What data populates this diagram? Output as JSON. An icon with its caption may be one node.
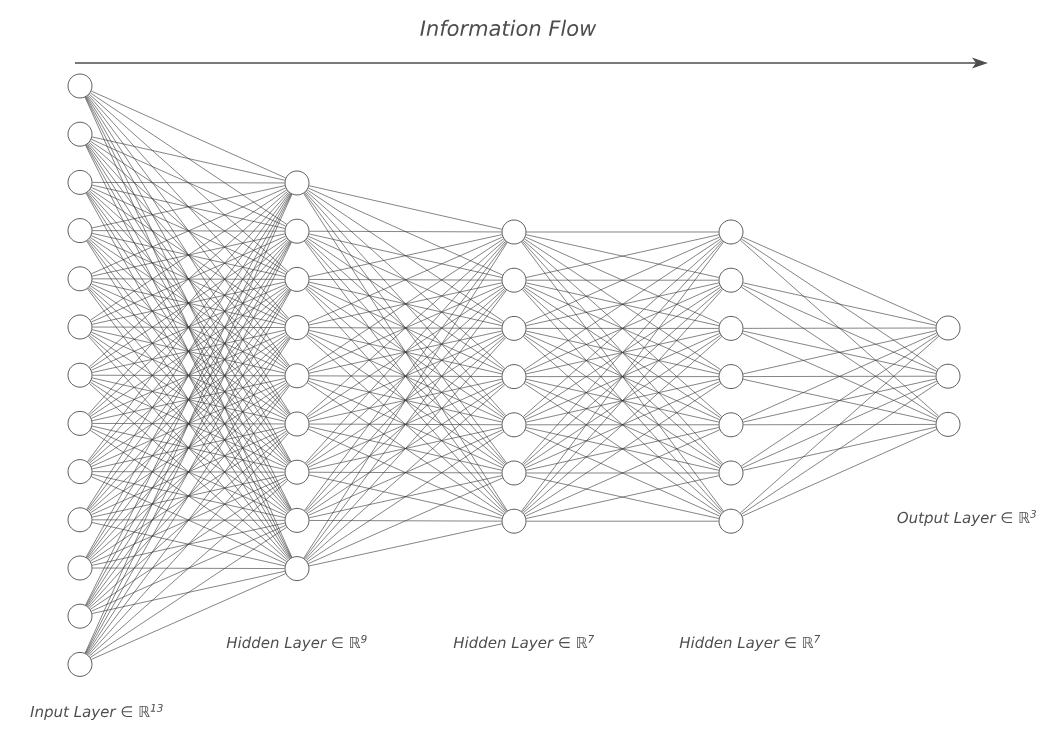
{
  "diagram": {
    "nodes": [
      {
        "text": [],
        "shape": "circle"
      },
      {
        "text": [],
        "shape": "circle"
      },
      {
        "text": [],
        "shape": "circle"
      },
      {
        "text": [],
        "shape": "circle"
      },
      {
        "text": [],
        "shape": "circle"
      },
      {
        "text": [],
        "shape": "circle"
      },
      {
        "text": [],
        "shape": "circle"
      },
      {
        "text": [],
        "shape": "circle"
      },
      {
        "text": [],
        "shape": "circle"
      },
      {
        "text": [],
        "shape": "circle"
      },
      {
        "text": [],
        "shape": "circle"
      },
      {
        "text": [],
        "shape": "circle"
      },
      {
        "text": [],
        "shape": "circle"
      },
      {
        "text": [],
        "shape": "circle"
      },
      {
        "text": [],
        "shape": "circle"
      },
      {
        "text": [],
        "shape": "circle"
      },
      {
        "text": [],
        "shape": "circle"
      },
      {
        "text": [],
        "shape": "circle"
      },
      {
        "text": [],
        "shape": "circle"
      },
      {
        "text": [],
        "shape": "circle"
      },
      {
        "text": [],
        "shape": "circle"
      },
      {
        "text": [],
        "shape": "circle"
      },
      {
        "text": [],
        "shape": "circle"
      },
      {
        "text": [],
        "shape": "circle"
      },
      {
        "text": [],
        "shape": "circle"
      },
      {
        "text": [],
        "shape": "circle"
      },
      {
        "text": [],
        "shape": "circle"
      },
      {
        "text": [],
        "shape": "circle"
      },
      {
        "text": [],
        "shape": "circle"
      },
      {
        "text": [],
        "shape": "circle"
      },
      {
        "text": [],
        "shape": "circle"
      },
      {
        "text": [],
        "shape": "circle"
      },
      {
        "text": [],
        "shape": "circle"
      },
      {
        "text": [],
        "shape": "circle"
      },
      {
        "text": [],
        "shape": "circle"
      },
      {
        "text": [],
        "shape": "circle"
      },
      {
        "text": [],
        "shape": "circle"
      },
      {
        "text": [],
        "shape": "circle"
      },
      {
        "text": [],
        "shape": "circle"
      }
    ],
    "edges": [
      {
        "from": 0,
        "to": 13,
        "arrow": "none"
      },
      {
        "from": 0,
        "to": 14,
        "arrow": "none"
      },
      {
        "from": 0,
        "to": 15,
        "arrow": "none"
      },
      {
        "from": 0,
        "to": 16,
        "arrow": "none"
      },
      {
        "from": 0,
        "to": 17,
        "arrow": "none"
      },
      {
        "from": 0,
        "to": 18,
        "arrow": "none"
      },
      {
        "from": 0,
        "to": 19,
        "arrow": "none"
      },
      {
        "from": 0,
        "to": 20,
        "arrow": "none"
      },
      {
        "from": 0,
        "to": 21,
        "arrow": "none"
      },
      {
        "from": 1,
        "to": 13,
        "arrow": "none"
      },
      {
        "from": 1,
        "to": 14,
        "arrow": "none"
      },
      {
        "from": 1,
        "to": 15,
        "arrow": "none"
      },
      {
        "from": 1,
        "to": 16,
        "arrow": "none"
      },
      {
        "from": 1,
        "to": 17,
        "arrow": "none"
      },
      {
        "from": 1,
        "to": 18,
        "arrow": "none"
      },
      {
        "from": 1,
        "to": 19,
        "arrow": "none"
      },
      {
        "from": 1,
        "to": 20,
        "arrow": "none"
      },
      {
        "from": 1,
        "to": 21,
        "arrow": "none"
      },
      {
        "from": 2,
        "to": 13,
        "arrow": "none"
      },
      {
        "from": 2,
        "to": 14,
        "arrow": "none"
      },
      {
        "from": 2,
        "to": 15,
        "arrow": "none"
      },
      {
        "from": 2,
        "to": 16,
        "arrow": "none"
      },
      {
        "from": 2,
        "to": 17,
        "arrow": "none"
      },
      {
        "from": 2,
        "to": 18,
        "arrow": "none"
      },
      {
        "from": 2,
        "to": 19,
        "arrow": "none"
      },
      {
        "from": 2,
        "to": 20,
        "arrow": "none"
      },
      {
        "from": 2,
        "to": 21,
        "arrow": "none"
      },
      {
        "from": 3,
        "to": 13,
        "arrow": "none"
      },
      {
        "from": 3,
        "to": 14,
        "arrow": "none"
      },
      {
        "from": 3,
        "to": 15,
        "arrow": "none"
      },
      {
        "from": 3,
        "to": 16,
        "arrow": "none"
      },
      {
        "from": 3,
        "to": 17,
        "arrow": "none"
      },
      {
        "from": 3,
        "to": 18,
        "arrow": "none"
      },
      {
        "from": 3,
        "to": 19,
        "arrow": "none"
      },
      {
        "from": 3,
        "to": 20,
        "arrow": "none"
      },
      {
        "from": 3,
        "to": 21,
        "arrow": "none"
      },
      {
        "from": 4,
        "to": 13,
        "arrow": "none"
      },
      {
        "from": 4,
        "to": 14,
        "arrow": "none"
      },
      {
        "from": 4,
        "to": 15,
        "arrow": "none"
      },
      {
        "from": 4,
        "to": 16,
        "arrow": "none"
      },
      {
        "from": 4,
        "to": 17,
        "arrow": "none"
      },
      {
        "from": 4,
        "to": 18,
        "arrow": "none"
      },
      {
        "from": 4,
        "to": 19,
        "arrow": "none"
      },
      {
        "from": 4,
        "to": 20,
        "arrow": "none"
      },
      {
        "from": 4,
        "to": 21,
        "arrow": "none"
      },
      {
        "from": 5,
        "to": 13,
        "arrow": "none"
      },
      {
        "from": 5,
        "to": 14,
        "arrow": "none"
      },
      {
        "from": 5,
        "to": 15,
        "arrow": "none"
      },
      {
        "from": 5,
        "to": 16,
        "arrow": "none"
      },
      {
        "from": 5,
        "to": 17,
        "arrow": "none"
      },
      {
        "from": 5,
        "to": 18,
        "arrow": "none"
      },
      {
        "from": 5,
        "to": 19,
        "arrow": "none"
      },
      {
        "from": 5,
        "to": 20,
        "arrow": "none"
      },
      {
        "from": 5,
        "to": 21,
        "arrow": "none"
      },
      {
        "from": 6,
        "to": 13,
        "arrow": "none"
      },
      {
        "from": 6,
        "to": 14,
        "arrow": "none"
      },
      {
        "from": 6,
        "to": 15,
        "arrow": "none"
      },
      {
        "from": 6,
        "to": 16,
        "arrow": "none"
      },
      {
        "from": 6,
        "to": 17,
        "arrow": "none"
      },
      {
        "from": 6,
        "to": 18,
        "arrow": "none"
      },
      {
        "from": 6,
        "to": 19,
        "arrow": "none"
      },
      {
        "from": 6,
        "to": 20,
        "arrow": "none"
      },
      {
        "from": 6,
        "to": 21,
        "arrow": "none"
      },
      {
        "from": 7,
        "to": 13,
        "arrow": "none"
      },
      {
        "from": 7,
        "to": 14,
        "arrow": "none"
      },
      {
        "from": 7,
        "to": 15,
        "arrow": "none"
      },
      {
        "from": 7,
        "to": 16,
        "arrow": "none"
      },
      {
        "from": 7,
        "to": 17,
        "arrow": "none"
      },
      {
        "from": 7,
        "to": 18,
        "arrow": "none"
      },
      {
        "from": 7,
        "to": 19,
        "arrow": "none"
      },
      {
        "from": 7,
        "to": 20,
        "arrow": "none"
      },
      {
        "from": 7,
        "to": 21,
        "arrow": "none"
      },
      {
        "from": 8,
        "to": 13,
        "arrow": "none"
      },
      {
        "from": 8,
        "to": 14,
        "arrow": "none"
      },
      {
        "from": 8,
        "to": 15,
        "arrow": "none"
      },
      {
        "from": 8,
        "to": 16,
        "arrow": "none"
      },
      {
        "from": 8,
        "to": 17,
        "arrow": "none"
      },
      {
        "from": 8,
        "to": 18,
        "arrow": "none"
      },
      {
        "from": 8,
        "to": 19,
        "arrow": "none"
      },
      {
        "from": 8,
        "to": 20,
        "arrow": "none"
      },
      {
        "from": 8,
        "to": 21,
        "arrow": "none"
      },
      {
        "from": 9,
        "to": 13,
        "arrow": "none"
      },
      {
        "from": 9,
        "to": 14,
        "arrow": "none"
      },
      {
        "from": 9,
        "to": 15,
        "arrow": "none"
      },
      {
        "from": 9,
        "to": 16,
        "arrow": "none"
      },
      {
        "from": 9,
        "to": 17,
        "arrow": "none"
      },
      {
        "from": 9,
        "to": 18,
        "arrow": "none"
      },
      {
        "from": 9,
        "to": 19,
        "arrow": "none"
      },
      {
        "from": 9,
        "to": 20,
        "arrow": "none"
      },
      {
        "from": 9,
        "to": 21,
        "arrow": "none"
      },
      {
        "from": 10,
        "to": 13,
        "arrow": "none"
      },
      {
        "from": 10,
        "to": 14,
        "arrow": "none"
      },
      {
        "from": 10,
        "to": 15,
        "arrow": "none"
      },
      {
        "from": 10,
        "to": 16,
        "arrow": "none"
      },
      {
        "from": 10,
        "to": 17,
        "arrow": "none"
      },
      {
        "from": 10,
        "to": 18,
        "arrow": "none"
      },
      {
        "from": 10,
        "to": 19,
        "arrow": "none"
      },
      {
        "from": 10,
        "to": 20,
        "arrow": "none"
      },
      {
        "from": 10,
        "to": 21,
        "arrow": "none"
      },
      {
        "from": 11,
        "to": 13,
        "arrow": "none"
      },
      {
        "from": 11,
        "to": 14,
        "arrow": "none"
      },
      {
        "from": 11,
        "to": 15,
        "arrow": "none"
      },
      {
        "from": 11,
        "to": 16,
        "arrow": "none"
      },
      {
        "from": 11,
        "to": 17,
        "arrow": "none"
      },
      {
        "from": 11,
        "to": 18,
        "arrow": "none"
      },
      {
        "from": 11,
        "to": 19,
        "arrow": "none"
      },
      {
        "from": 11,
        "to": 20,
        "arrow": "none"
      },
      {
        "from": 11,
        "to": 21,
        "arrow": "none"
      },
      {
        "from": 12,
        "to": 13,
        "arrow": "none"
      },
      {
        "from": 12,
        "to": 14,
        "arrow": "none"
      },
      {
        "from": 12,
        "to": 15,
        "arrow": "none"
      },
      {
        "from": 12,
        "to": 16,
        "arrow": "none"
      },
      {
        "from": 12,
        "to": 17,
        "arrow": "none"
      },
      {
        "from": 12,
        "to": 18,
        "arrow": "none"
      },
      {
        "from": 12,
        "to": 19,
        "arrow": "none"
      },
      {
        "from": 12,
        "to": 20,
        "arrow": "none"
      },
      {
        "from": 12,
        "to": 21,
        "arrow": "none"
      },
      {
        "from": 13,
        "to": 22,
        "arrow": "none"
      },
      {
        "from": 13,
        "to": 23,
        "arrow": "none"
      },
      {
        "from": 13,
        "to": 24,
        "arrow": "none"
      },
      {
        "from": 13,
        "to": 25,
        "arrow": "none"
      },
      {
        "from": 13,
        "to": 26,
        "arrow": "none"
      },
      {
        "from": 13,
        "to": 27,
        "arrow": "none"
      },
      {
        "from": 13,
        "to": 28,
        "arrow": "none"
      },
      {
        "from": 14,
        "to": 22,
        "arrow": "none"
      },
      {
        "from": 14,
        "to": 23,
        "arrow": "none"
      },
      {
        "from": 14,
        "to": 24,
        "arrow": "none"
      },
      {
        "from": 14,
        "to": 25,
        "arrow": "none"
      },
      {
        "from": 14,
        "to": 26,
        "arrow": "none"
      },
      {
        "from": 14,
        "to": 27,
        "arrow": "none"
      },
      {
        "from": 14,
        "to": 28,
        "arrow": "none"
      },
      {
        "from": 15,
        "to": 22,
        "arrow": "none"
      },
      {
        "from": 15,
        "to": 23,
        "arrow": "none"
      },
      {
        "from": 15,
        "to": 24,
        "arrow": "none"
      },
      {
        "from": 15,
        "to": 25,
        "arrow": "none"
      },
      {
        "from": 15,
        "to": 26,
        "arrow": "none"
      },
      {
        "from": 15,
        "to": 27,
        "arrow": "none"
      },
      {
        "from": 15,
        "to": 28,
        "arrow": "none"
      },
      {
        "from": 16,
        "to": 22,
        "arrow": "none"
      },
      {
        "from": 16,
        "to": 23,
        "arrow": "none"
      },
      {
        "from": 16,
        "to": 24,
        "arrow": "none"
      },
      {
        "from": 16,
        "to": 25,
        "arrow": "none"
      },
      {
        "from": 16,
        "to": 26,
        "arrow": "none"
      },
      {
        "from": 16,
        "to": 27,
        "arrow": "none"
      },
      {
        "from": 16,
        "to": 28,
        "arrow": "none"
      },
      {
        "from": 17,
        "to": 22,
        "arrow": "none"
      },
      {
        "from": 17,
        "to": 23,
        "arrow": "none"
      },
      {
        "from": 17,
        "to": 24,
        "arrow": "none"
      },
      {
        "from": 17,
        "to": 25,
        "arrow": "none"
      },
      {
        "from": 17,
        "to": 26,
        "arrow": "none"
      },
      {
        "from": 17,
        "to": 27,
        "arrow": "none"
      },
      {
        "from": 17,
        "to": 28,
        "arrow": "none"
      },
      {
        "from": 18,
        "to": 22,
        "arrow": "none"
      },
      {
        "from": 18,
        "to": 23,
        "arrow": "none"
      },
      {
        "from": 18,
        "to": 24,
        "arrow": "none"
      },
      {
        "from": 18,
        "to": 25,
        "arrow": "none"
      },
      {
        "from": 18,
        "to": 26,
        "arrow": "none"
      },
      {
        "from": 18,
        "to": 27,
        "arrow": "none"
      },
      {
        "from": 18,
        "to": 28,
        "arrow": "none"
      },
      {
        "from": 19,
        "to": 22,
        "arrow": "none"
      },
      {
        "from": 19,
        "to": 23,
        "arrow": "none"
      },
      {
        "from": 19,
        "to": 24,
        "arrow": "none"
      },
      {
        "from": 19,
        "to": 25,
        "arrow": "none"
      },
      {
        "from": 19,
        "to": 26,
        "arrow": "none"
      },
      {
        "from": 19,
        "to": 27,
        "arrow": "none"
      },
      {
        "from": 19,
        "to": 28,
        "arrow": "none"
      },
      {
        "from": 20,
        "to": 22,
        "arrow": "none"
      },
      {
        "from": 20,
        "to": 23,
        "arrow": "none"
      },
      {
        "from": 20,
        "to": 24,
        "arrow": "none"
      },
      {
        "from": 20,
        "to": 25,
        "arrow": "none"
      },
      {
        "from": 20,
        "to": 26,
        "arrow": "none"
      },
      {
        "from": 20,
        "to": 27,
        "arrow": "none"
      },
      {
        "from": 20,
        "to": 28,
        "arrow": "none"
      },
      {
        "from": 21,
        "to": 22,
        "arrow": "none"
      },
      {
        "from": 21,
        "to": 23,
        "arrow": "none"
      },
      {
        "from": 21,
        "to": 24,
        "arrow": "none"
      },
      {
        "from": 21,
        "to": 25,
        "arrow": "none"
      },
      {
        "from": 21,
        "to": 26,
        "arrow": "none"
      },
      {
        "from": 21,
        "to": 27,
        "arrow": "none"
      },
      {
        "from": 21,
        "to": 28,
        "arrow": "none"
      },
      {
        "from": 22,
        "to": 29,
        "arrow": "none"
      },
      {
        "from": 22,
        "to": 30,
        "arrow": "none"
      },
      {
        "from": 22,
        "to": 31,
        "arrow": "none"
      },
      {
        "from": 22,
        "to": 32,
        "arrow": "none"
      },
      {
        "from": 22,
        "to": 33,
        "arrow": "none"
      },
      {
        "from": 22,
        "to": 34,
        "arrow": "none"
      },
      {
        "from": 22,
        "to": 35,
        "arrow": "none"
      },
      {
        "from": 23,
        "to": 29,
        "arrow": "none"
      },
      {
        "from": 23,
        "to": 30,
        "arrow": "none"
      },
      {
        "from": 23,
        "to": 31,
        "arrow": "none"
      },
      {
        "from": 23,
        "to": 32,
        "arrow": "none"
      },
      {
        "from": 23,
        "to": 33,
        "arrow": "none"
      },
      {
        "from": 23,
        "to": 34,
        "arrow": "none"
      },
      {
        "from": 23,
        "to": 35,
        "arrow": "none"
      },
      {
        "from": 24,
        "to": 29,
        "arrow": "none"
      },
      {
        "from": 24,
        "to": 30,
        "arrow": "none"
      },
      {
        "from": 24,
        "to": 31,
        "arrow": "none"
      },
      {
        "from": 24,
        "to": 32,
        "arrow": "none"
      },
      {
        "from": 24,
        "to": 33,
        "arrow": "none"
      },
      {
        "from": 24,
        "to": 34,
        "arrow": "none"
      },
      {
        "from": 24,
        "to": 35,
        "arrow": "none"
      },
      {
        "from": 25,
        "to": 29,
        "arrow": "none"
      },
      {
        "from": 25,
        "to": 30,
        "arrow": "none"
      },
      {
        "from": 25,
        "to": 31,
        "arrow": "none"
      },
      {
        "from": 25,
        "to": 32,
        "arrow": "none"
      },
      {
        "from": 25,
        "to": 33,
        "arrow": "none"
      },
      {
        "from": 25,
        "to": 34,
        "arrow": "none"
      },
      {
        "from": 25,
        "to": 35,
        "arrow": "none"
      },
      {
        "from": 26,
        "to": 29,
        "arrow": "none"
      },
      {
        "from": 26,
        "to": 30,
        "arrow": "none"
      },
      {
        "from": 26,
        "to": 31,
        "arrow": "none"
      },
      {
        "from": 26,
        "to": 32,
        "arrow": "none"
      },
      {
        "from": 26,
        "to": 33,
        "arrow": "none"
      },
      {
        "from": 26,
        "to": 34,
        "arrow": "none"
      },
      {
        "from": 26,
        "to": 35,
        "arrow": "none"
      },
      {
        "from": 27,
        "to": 29,
        "arrow": "none"
      },
      {
        "from": 27,
        "to": 30,
        "arrow": "none"
      },
      {
        "from": 27,
        "to": 31,
        "arrow": "none"
      },
      {
        "from": 27,
        "to": 32,
        "arrow": "none"
      },
      {
        "from": 27,
        "to": 33,
        "arrow": "none"
      },
      {
        "from": 27,
        "to": 34,
        "arrow": "none"
      },
      {
        "from": 27,
        "to": 35,
        "arrow": "none"
      },
      {
        "from": 28,
        "to": 29,
        "arrow": "none"
      },
      {
        "from": 28,
        "to": 30,
        "arrow": "none"
      },
      {
        "from": 28,
        "to": 31,
        "arrow": "none"
      },
      {
        "from": 28,
        "to": 32,
        "arrow": "none"
      },
      {
        "from": 28,
        "to": 33,
        "arrow": "none"
      },
      {
        "from": 28,
        "to": 34,
        "arrow": "none"
      },
      {
        "from": 28,
        "to": 35,
        "arrow": "none"
      },
      {
        "from": 29,
        "to": 36,
        "arrow": "none"
      },
      {
        "from": 29,
        "to": 37,
        "arrow": "none"
      },
      {
        "from": 29,
        "to": 38,
        "arrow": "none"
      },
      {
        "from": 30,
        "to": 36,
        "arrow": "none"
      },
      {
        "from": 30,
        "to": 37,
        "arrow": "none"
      },
      {
        "from": 30,
        "to": 38,
        "arrow": "none"
      },
      {
        "from": 31,
        "to": 36,
        "arrow": "none"
      },
      {
        "from": 31,
        "to": 37,
        "arrow": "none"
      },
      {
        "from": 31,
        "to": 38,
        "arrow": "none"
      },
      {
        "from": 32,
        "to": 36,
        "arrow": "none"
      },
      {
        "from": 32,
        "to": 37,
        "arrow": "none"
      },
      {
        "from": 32,
        "to": 38,
        "arrow": "none"
      },
      {
        "from": 33,
        "to": 36,
        "arrow": "none"
      },
      {
        "from": 33,
        "to": 37,
        "arrow": "none"
      },
      {
        "from": 33,
        "to": 38,
        "arrow": "none"
      },
      {
        "from": 34,
        "to": 36,
        "arrow": "none"
      },
      {
        "from": 34,
        "to": 37,
        "arrow": "none"
      },
      {
        "from": 34,
        "to": 38,
        "arrow": "none"
      },
      {
        "from": 35,
        "to": 36,
        "arrow": "none"
      },
      {
        "from": 35,
        "to": 37,
        "arrow": "none"
      },
      {
        "from": 35,
        "to": 38,
        "arrow": "none"
      }
    ],
    "labels": [
      "Information Flow",
      "Output Layer ∈ ℝ$^{3}$",
      "Hidden Layer ∈ ℝ$^{9}$",
      "Hidden Layer ∈ ℝ$^{7}$",
      "Hidden Layer ∈ ℝ$^{7}$",
      "Input Layer ∈ ℝ$^{13}$"
    ]
  }
}
